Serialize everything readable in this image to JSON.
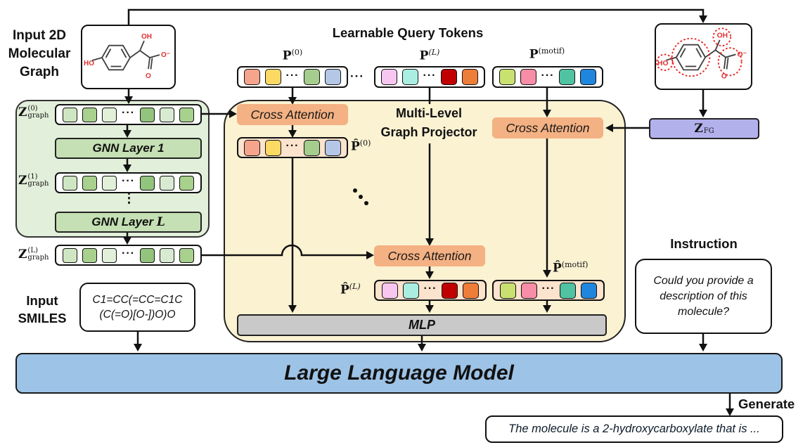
{
  "labels": {
    "input_graph": "Input 2D Molecular Graph",
    "input_smiles": "Input SMILES",
    "learnable_query_tokens": "Learnable Query Tokens",
    "multi_level_projector": "Multi-Level Graph Projector",
    "instruction": "Instruction",
    "generate": "Generate",
    "cross_attention": "Cross Attention",
    "mlp": "MLP",
    "llm": "Large Language Model",
    "gnn_layer_1": "GNN Layer 1",
    "gnn_layer_prefix": "GNN Layer",
    "gnn_layer_suffix": "L",
    "dots_between_rows": "···",
    "vdots": "⋮"
  },
  "math": {
    "z0": {
      "base": "Z",
      "sup": "(0)",
      "sub": "graph"
    },
    "z1": {
      "base": "Z",
      "sup": "(1)",
      "sub": "graph"
    },
    "zL": {
      "base": "Z",
      "sup": "(L)",
      "sub": "graph"
    },
    "zfg": {
      "base": "Z",
      "sub": "FG"
    },
    "p0": {
      "base": "P",
      "sup": "(0)"
    },
    "pL": {
      "base": "P",
      "sup": "(L)"
    },
    "pmotif": {
      "base": "P",
      "sup": "(motif)"
    },
    "php0": {
      "base": "P̂",
      "sup": "(0)"
    },
    "phpL": {
      "base": "P̂",
      "sup": "(L)"
    },
    "phpmotif": {
      "base": "P̂",
      "sup": "(motif)"
    }
  },
  "texts": {
    "smiles_line1": "C1=CC(=CC=C1C",
    "smiles_line2": "(C(=O)[O-])O)O",
    "instruction_text": "Could you provide a description of this molecule?",
    "output_text": "The molecule is a 2-hydroxycarboxylate that is ..."
  },
  "molecule": {
    "ho": "HO",
    "oh": "OH",
    "o": "O",
    "ominus": "O⁻"
  },
  "tokens": {
    "graph_row": [
      "#cfe6c2",
      "#a9d18e",
      "#e2f0d9",
      "...",
      "#93c47d",
      "#d9ead3",
      "#a9d18e"
    ],
    "p0": [
      "#f4a58c",
      "#fcd964",
      "...",
      "#a5cd8d",
      "#b4c7e7"
    ],
    "pL": [
      "#f8c7f0",
      "#aaeee2",
      "...",
      "#c00000",
      "#ee7d39"
    ],
    "pmotif": [
      "#c9e170",
      "#f78da7",
      "...",
      "#4fc3a2",
      "#1f86dd"
    ]
  },
  "colors": {
    "green_panel": "#e2efda",
    "yellow_panel": "#fbf2d2",
    "cross_attention": "#f4b183",
    "mlp": "#c9c9c9",
    "llm": "#9dc3e6",
    "zfg": "#b3b1ec",
    "gnn_layer": "#c5e0b4",
    "phat_row": "#fbe3cd"
  }
}
